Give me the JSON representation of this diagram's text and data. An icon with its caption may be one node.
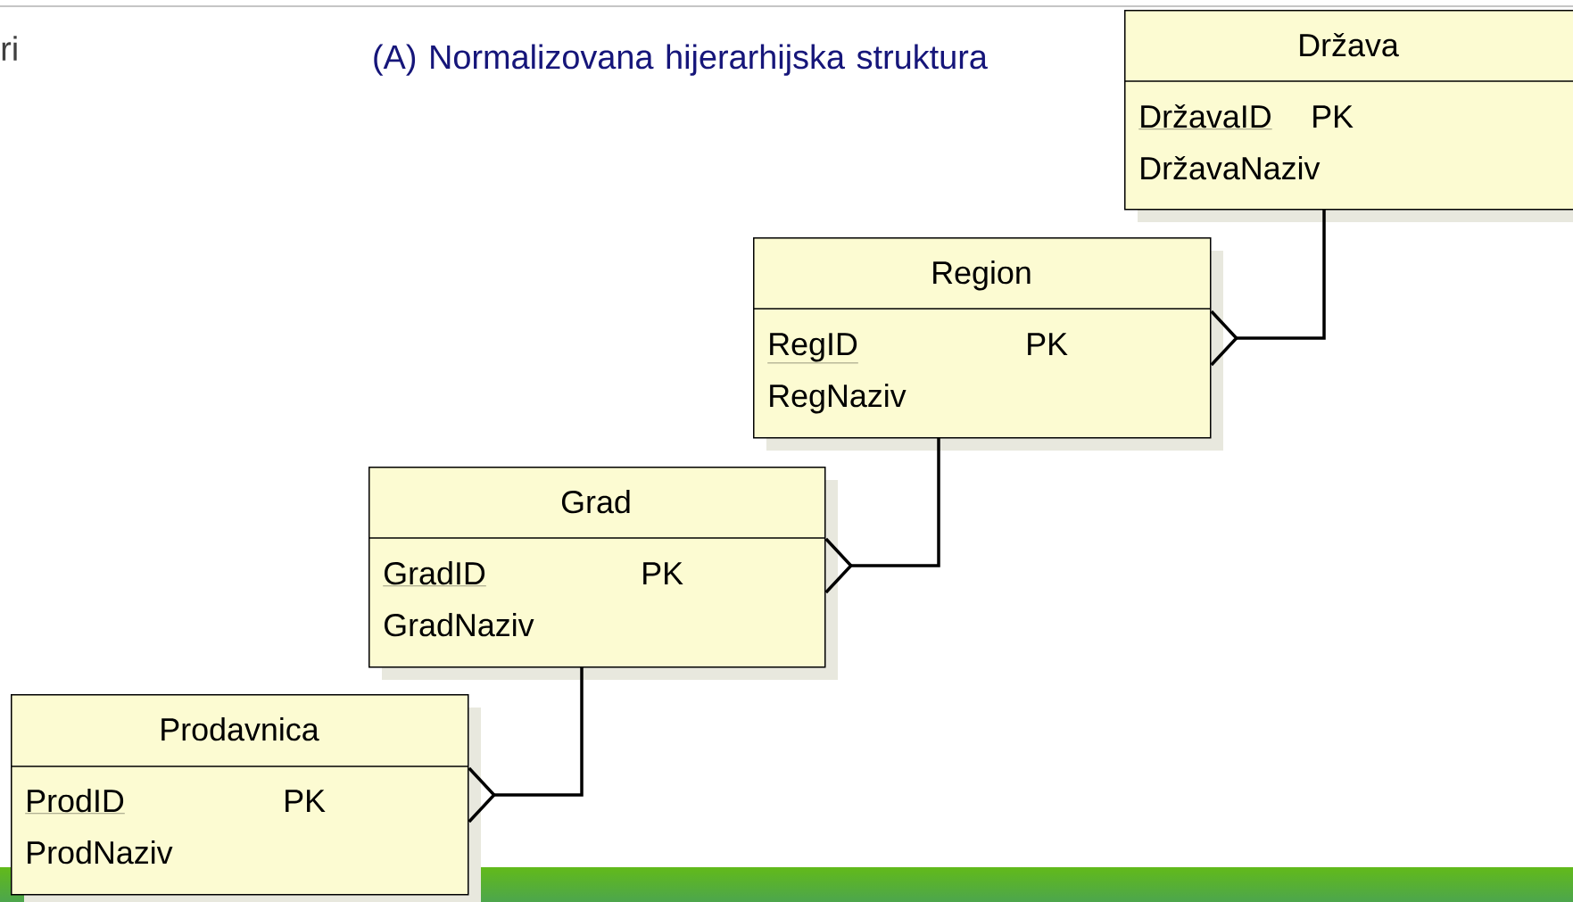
{
  "diagram": {
    "title": "(A) Normalizovana hijerarhijska struktura",
    "nodes": [
      {
        "text": [
          "Država",
          "DržavaID",
          "PK",
          "DržavaNaziv"
        ]
      },
      {
        "text": [
          "Region",
          "RegID",
          "PK",
          "RegNaziv"
        ]
      },
      {
        "text": [
          "Grad",
          "GradID",
          "PK",
          "GradNaziv"
        ]
      },
      {
        "text": [
          "Prodavnica",
          "ProdID",
          "PK",
          "ProdNaziv"
        ]
      }
    ],
    "edges": [
      {
        "from": 0,
        "to": 1,
        "arrow": "other"
      },
      {
        "from": 1,
        "to": 2,
        "arrow": "other"
      },
      {
        "from": 2,
        "to": 3,
        "arrow": "other"
      }
    ],
    "labels": [
      "ri"
    ]
  }
}
